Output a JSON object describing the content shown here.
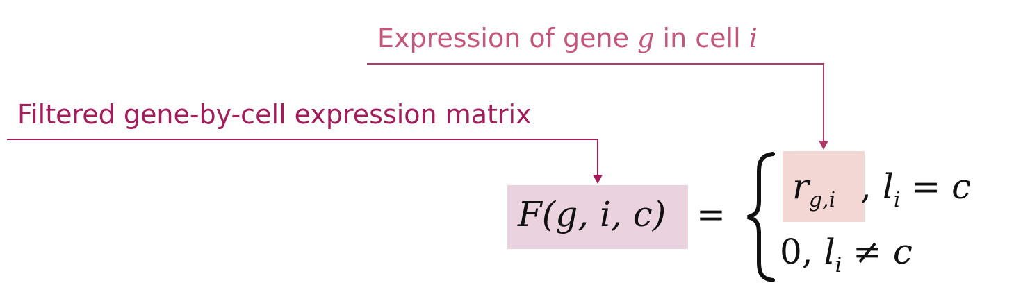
{
  "annotations": {
    "top": {
      "prefix": "Expression of gene ",
      "var1": "g",
      "middle": " in cell ",
      "var2": "i"
    },
    "left": {
      "text": "Filtered gene-by-cell expression matrix"
    }
  },
  "equation": {
    "lhs": {
      "func": "F",
      "args": "(g, i, c)"
    },
    "equals": "=",
    "case1": {
      "value": "r",
      "value_sub": "g,i",
      "sep": ",",
      "cond_var": "l",
      "cond_sub": "i",
      "cond_rel": " = c"
    },
    "case2": {
      "value": "0,",
      "cond_var": "l",
      "cond_sub": "i",
      "cond_rel": " ≠ c"
    }
  },
  "colors": {
    "top_annotation": "#c2577b",
    "left_annotation": "#a31d5b",
    "highlight_F": "#ead3df",
    "highlight_r": "#f3d7d5"
  }
}
